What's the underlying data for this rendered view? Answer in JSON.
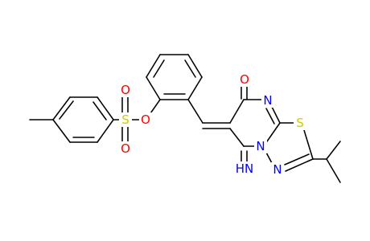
{
  "atoms": [
    {
      "id": "o-carbonyl",
      "text": "O",
      "color": "#ff0000"
    },
    {
      "id": "n-ring-top",
      "text": "N",
      "color": "#0000ff"
    },
    {
      "id": "s-thiadiazole",
      "text": "S",
      "color": "#cccc00"
    },
    {
      "id": "o-sulfonyl-top",
      "text": "O",
      "color": "#ff0000"
    },
    {
      "id": "s-sulfonyl",
      "text": "S",
      "color": "#cccc00"
    },
    {
      "id": "o-ester",
      "text": "O",
      "color": "#ff0000"
    },
    {
      "id": "o-sulfonyl-bottom",
      "text": "O",
      "color": "#ff0000"
    },
    {
      "id": "n-bridge",
      "text": "N",
      "color": "#0000ff"
    },
    {
      "id": "imine-hn",
      "text": "HN",
      "color": "#0000ff"
    },
    {
      "id": "n-ring-bottom",
      "text": "N",
      "color": "#0000ff"
    }
  ],
  "colors": {
    "bond": "#000000",
    "carbon": "#000000",
    "oxygen": "#ff0000",
    "nitrogen": "#0000ff",
    "sulfur": "#cccc00"
  }
}
